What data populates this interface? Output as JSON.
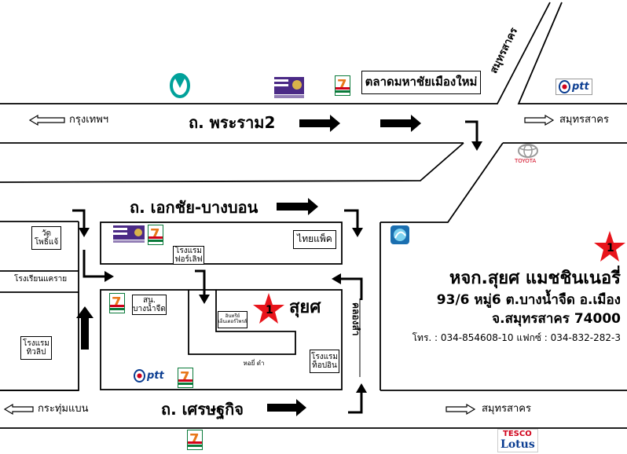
{
  "roads": {
    "rama2": "ถ. พระราม2",
    "ekachai": "ถ. เอกชัย-บางบอน",
    "setthakit": "ถ. เศรษฐกิจ",
    "samut_diag": "สมุทรสาคร"
  },
  "directions": {
    "bangkok": "กรุงเทพฯ",
    "samut_top": "สมุทรสาคร",
    "kratumbaen": "กระทุ่มแบน",
    "samut_bottom": "สมุทรสาคร"
  },
  "places": {
    "market": "ตลาดมหาชัยเมืองใหม่",
    "wat": "วัด\nโพธิ์แจ้",
    "school": "โรงเรียนแคราย",
    "hotel_flight": "โรงแรม\nฟอร์เลิฟ",
    "thaipack": "ไทยแพ็ค",
    "police": "สน.\nบางน้ำจืด",
    "hotel_tiew": "โรงแรม\nทิวลิป",
    "factory": "อินทรีย์\nเอ็นเตอร์ไพรส์",
    "dead_end": "หอยี่ ดำ",
    "hotel_top": "โรงแรม\nท็อปอิน",
    "canal": "คลองสำ"
  },
  "target": {
    "marker_number": "1",
    "short_name": "สุยศ"
  },
  "company": {
    "name": "หจก.สุยศ แมชชินเนอรี่",
    "address1": "93/6 หมู่6 ต.บางน้ำจืด อ.เมือง",
    "address2": "จ.สมุทรสาคร 74000",
    "phone": "โทร. : 034-854608-10 แฟกซ์ : 034-832-282-3"
  },
  "logos": {
    "ptt": "ptt",
    "toyota": "TOYOTA",
    "tesco": "TESCO",
    "lotus": "Lotus",
    "seven_eleven": "7"
  },
  "colors": {
    "marker_red": "#e8141b",
    "ptt_blue": "#0b3d91",
    "seven_orange": "#e8781a",
    "seven_green": "#0a7a3a",
    "seven_red": "#d0021b",
    "tesco_red": "#d0021b",
    "tesco_blue": "#0b3d91",
    "bank_purple": "#4b2a86",
    "petronas_teal": "#00a19a"
  }
}
